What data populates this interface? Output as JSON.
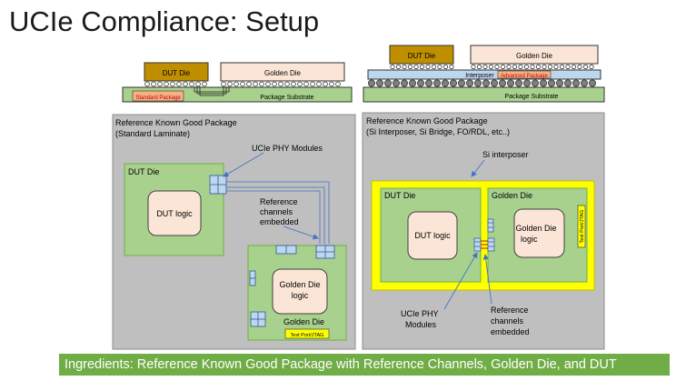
{
  "title": "UCIe Compliance: Setup",
  "footer": "Ingredients: Reference Known Good Package with Reference Channels, Golden Die, and DUT",
  "left_stack": {
    "dut_die": "DUT Die",
    "golden_die": "Golden Die",
    "package_label": "Standard Package",
    "substrate": "Package Substrate"
  },
  "right_stack": {
    "dut_die": "DUT Die",
    "golden_die": "Golden Die",
    "interposer": "Interposer",
    "advanced_package": "Advanced Package",
    "substrate": "Package Substrate"
  },
  "left_panel": {
    "heading_line1": "Reference Known Good Package",
    "heading_line2": "(Standard Laminate)",
    "phy_label": "UCIe PHY Modules",
    "dut_die": "DUT Die",
    "dut_logic": "DUT logic",
    "channels_line1": "Reference",
    "channels_line2": "channels",
    "channels_line3": "embedded",
    "golden_logic_line1": "Golden Die",
    "golden_logic_line2": "logic",
    "golden_die": "Golden Die",
    "test_port": "Test Port/JTAG"
  },
  "right_panel": {
    "heading_line1": "Reference Known Good Package",
    "heading_line2": "(Si Interposer, Si Bridge, FO/RDL, etc..)",
    "si_interposer": "Si interposer",
    "dut_die": "DUT Die",
    "golden_die": "Golden Die",
    "dut_logic": "DUT logic",
    "golden_logic_line1": "Golden Die",
    "golden_logic_line2": "logic",
    "test_port": "Test Port/JTAG",
    "phy_line1": "UCIe PHY",
    "phy_line2": "Modules",
    "channels_line1": "Reference",
    "channels_line2": "channels",
    "channels_line3": "embedded"
  },
  "colors": {
    "dut_die": "#bf8f00",
    "golden_die": "#fbe5d6",
    "substrate_green": "#a9d18e",
    "panel_gray": "#bfbfbf",
    "interposer_blue": "#bdd7ee",
    "package_orange": "#f4b183",
    "si_yellow": "#ffff00",
    "footer_green": "#70ad47"
  }
}
